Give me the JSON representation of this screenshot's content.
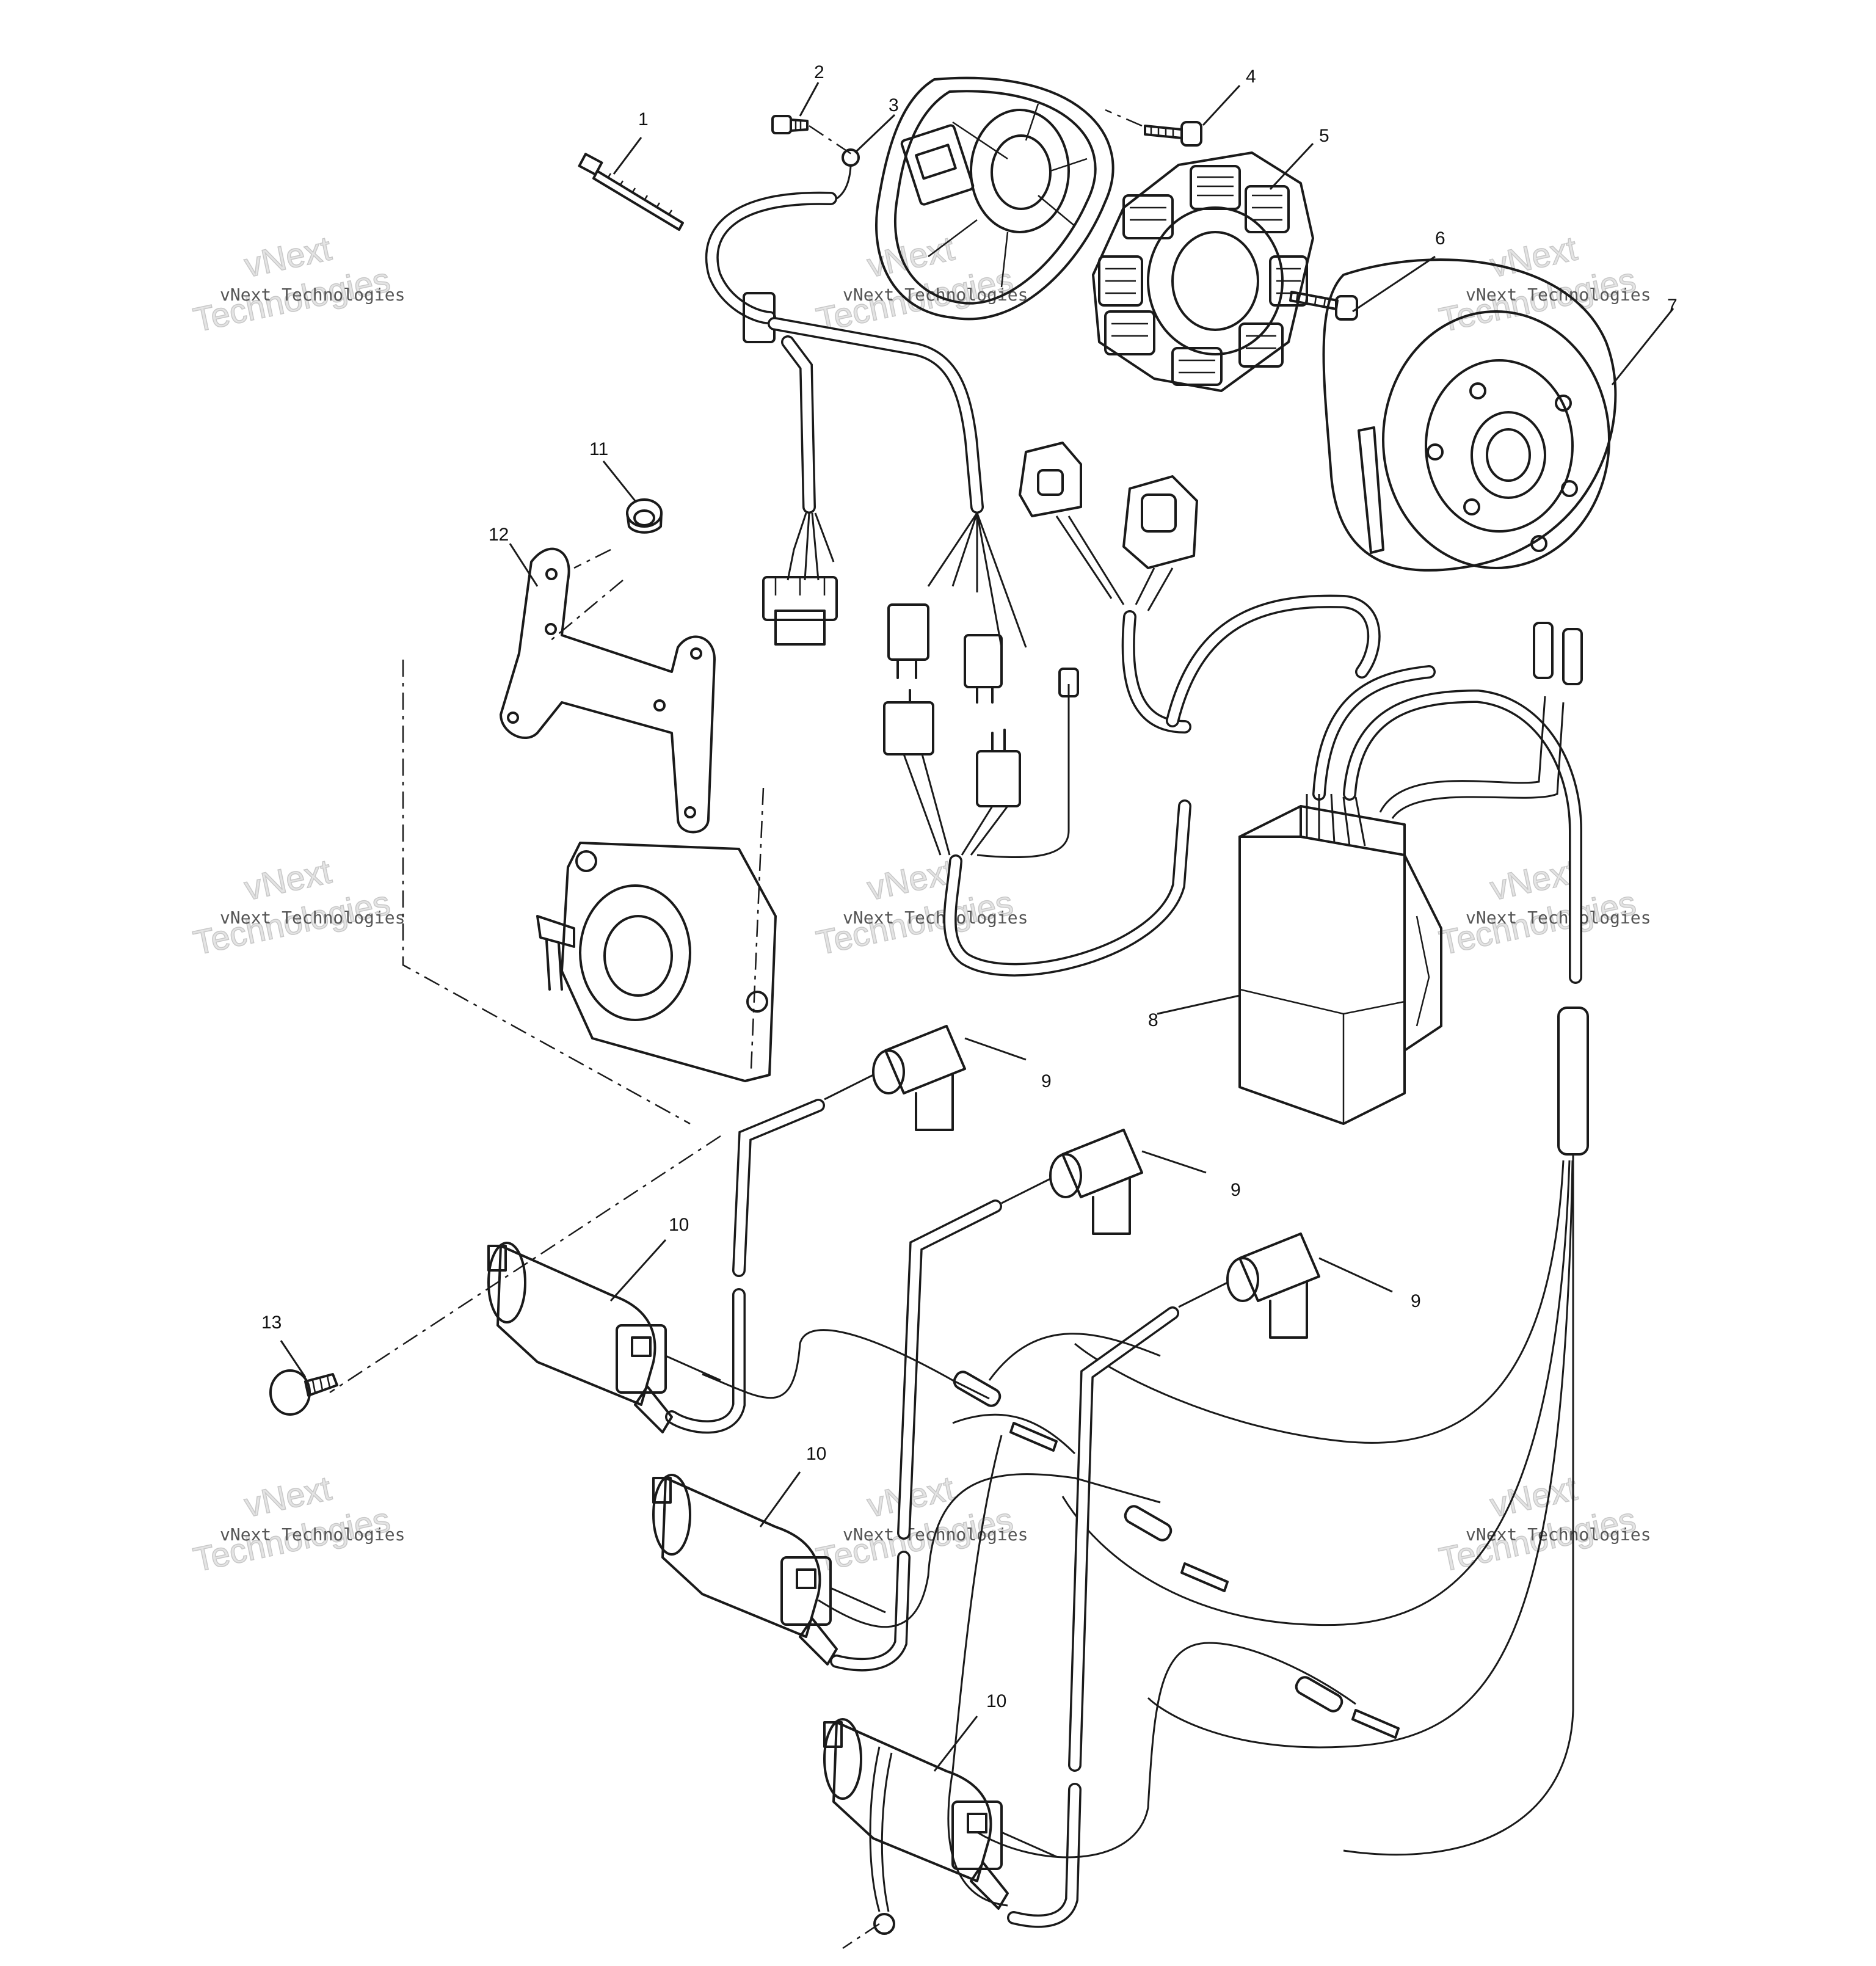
{
  "callouts": {
    "c1": "1",
    "c2": "2",
    "c3": "3",
    "c4": "4",
    "c5": "5",
    "c6": "6",
    "c7": "7",
    "c8": "8",
    "c9a": "9",
    "c9b": "9",
    "c9c": "9",
    "c10a": "10",
    "c10b": "10",
    "c10c": "10",
    "c11": "11",
    "c12": "12",
    "c13": "13"
  },
  "watermark": {
    "brand_line": "vNext Technologies",
    "big_line1": "vNext",
    "big_line2": "Technologies"
  }
}
